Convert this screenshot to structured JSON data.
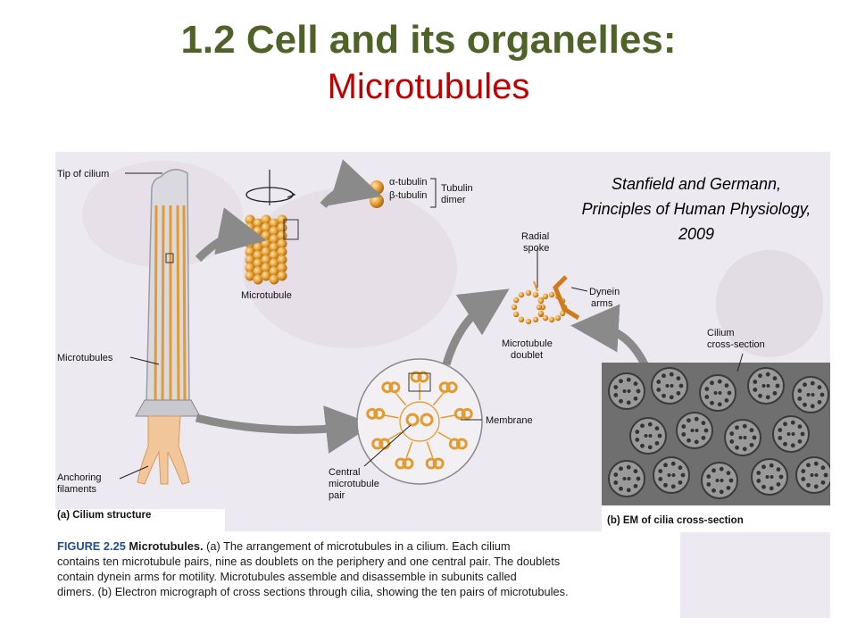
{
  "slide": {
    "title_main": "1.2 Cell and its organelles:",
    "title_sub": "Microtubules",
    "citation": {
      "line1": "Stanfield and Germann,",
      "line2": "Principles of Human Physiology,",
      "line3": "2009"
    }
  },
  "figure": {
    "labels": {
      "tip_of_cilium": "Tip of cilium",
      "microtubules": "Microtubules",
      "anchoring_1": "Anchoring",
      "anchoring_2": "filaments",
      "panel_a": "(a) Cilium structure",
      "alpha_tubulin": "α-tubulin",
      "beta_tubulin": "β-tubulin",
      "tubulin_dimer_1": "Tubulin",
      "tubulin_dimer_2": "dimer",
      "microtubule": "Microtubule",
      "radial_1": "Radial",
      "radial_2": "spoke",
      "dynein_1": "Dynein",
      "dynein_2": "arms",
      "doublet_1": "Microtubule",
      "doublet_2": "doublet",
      "membrane": "Membrane",
      "central_1": "Central",
      "central_2": "microtubule",
      "central_3": "pair",
      "cilium_cs_1": "Cilium",
      "cilium_cs_2": "cross-section",
      "panel_b": "(b) EM of cilia cross-section"
    },
    "caption": {
      "label": "FIGURE 2.25",
      "bold": "Microtubules.",
      "line1": "(a) The arrangement of microtubules in a cilium. Each cilium",
      "line2": "contains ten microtubule pairs, nine as doublets on the periphery and one central pair. The doublets",
      "line3": "contain dynein arms for motility. Microtubules assemble and disassemble in subunits called",
      "line4": "dimers. (b) Electron micrograph of cross sections through cilia, showing the ten pairs of microtubules."
    }
  },
  "colors": {
    "title_green": "#4f6228",
    "title_red": "#c00000",
    "tubulin_orange": "#e39a2e",
    "arrow_gray": "#8a8a8a",
    "em_gray": "#6f6f6f"
  }
}
